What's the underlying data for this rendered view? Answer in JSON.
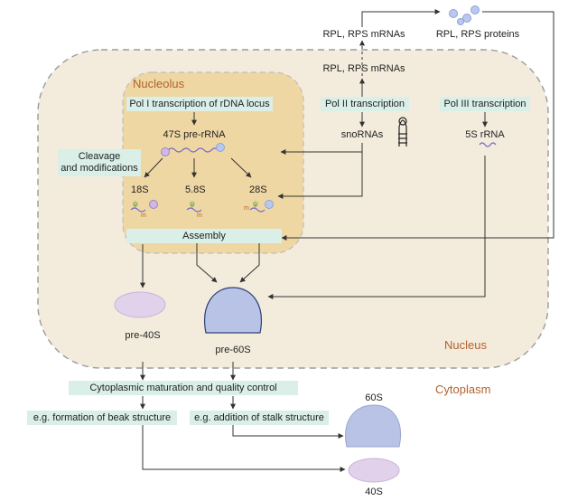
{
  "regions": {
    "nucleolus": "Nucleolus",
    "nucleus": "Nucleus",
    "cytoplasm": "Cytoplasm"
  },
  "labels": {
    "rpl_mrnas_top": "RPL, RPS mRNAs",
    "rpl_proteins": "RPL, RPS proteins",
    "rpl_mrnas": "RPL, RPS mRNAs",
    "pol1": "Pol I transcription of rDNA locus",
    "pol2": "Pol II transcription",
    "pol3": "Pol III transcription",
    "pre_rrna_47s": "47S pre-rRNA",
    "snornas": "snoRNAs",
    "rrna_5s": "5S rRNA",
    "cleavage_line1": "Cleavage",
    "cleavage_line2": "and modifications",
    "rrna_18s": "18S",
    "rrna_58s": "5.8S",
    "rrna_28s": "28S",
    "assembly": "Assembly",
    "pre40s": "pre-40S",
    "pre60s": "pre-60S",
    "cyto_maturation": "Cytoplasmic maturation and quality control",
    "beak": "e.g. formation of beak structure",
    "stalk": "e.g. addition of stalk structure",
    "s60": "60S",
    "s40": "40S"
  },
  "colors": {
    "nucleus_fill": "#f3ecdd",
    "nucleolus_fill": "#efd7a4",
    "label_box": "#d9efe8",
    "region_text": "#b3622c",
    "large_subunit": "#b8c3e6",
    "small_subunit": "#e1d1ea",
    "protein_dot": "#b9c8ee"
  }
}
